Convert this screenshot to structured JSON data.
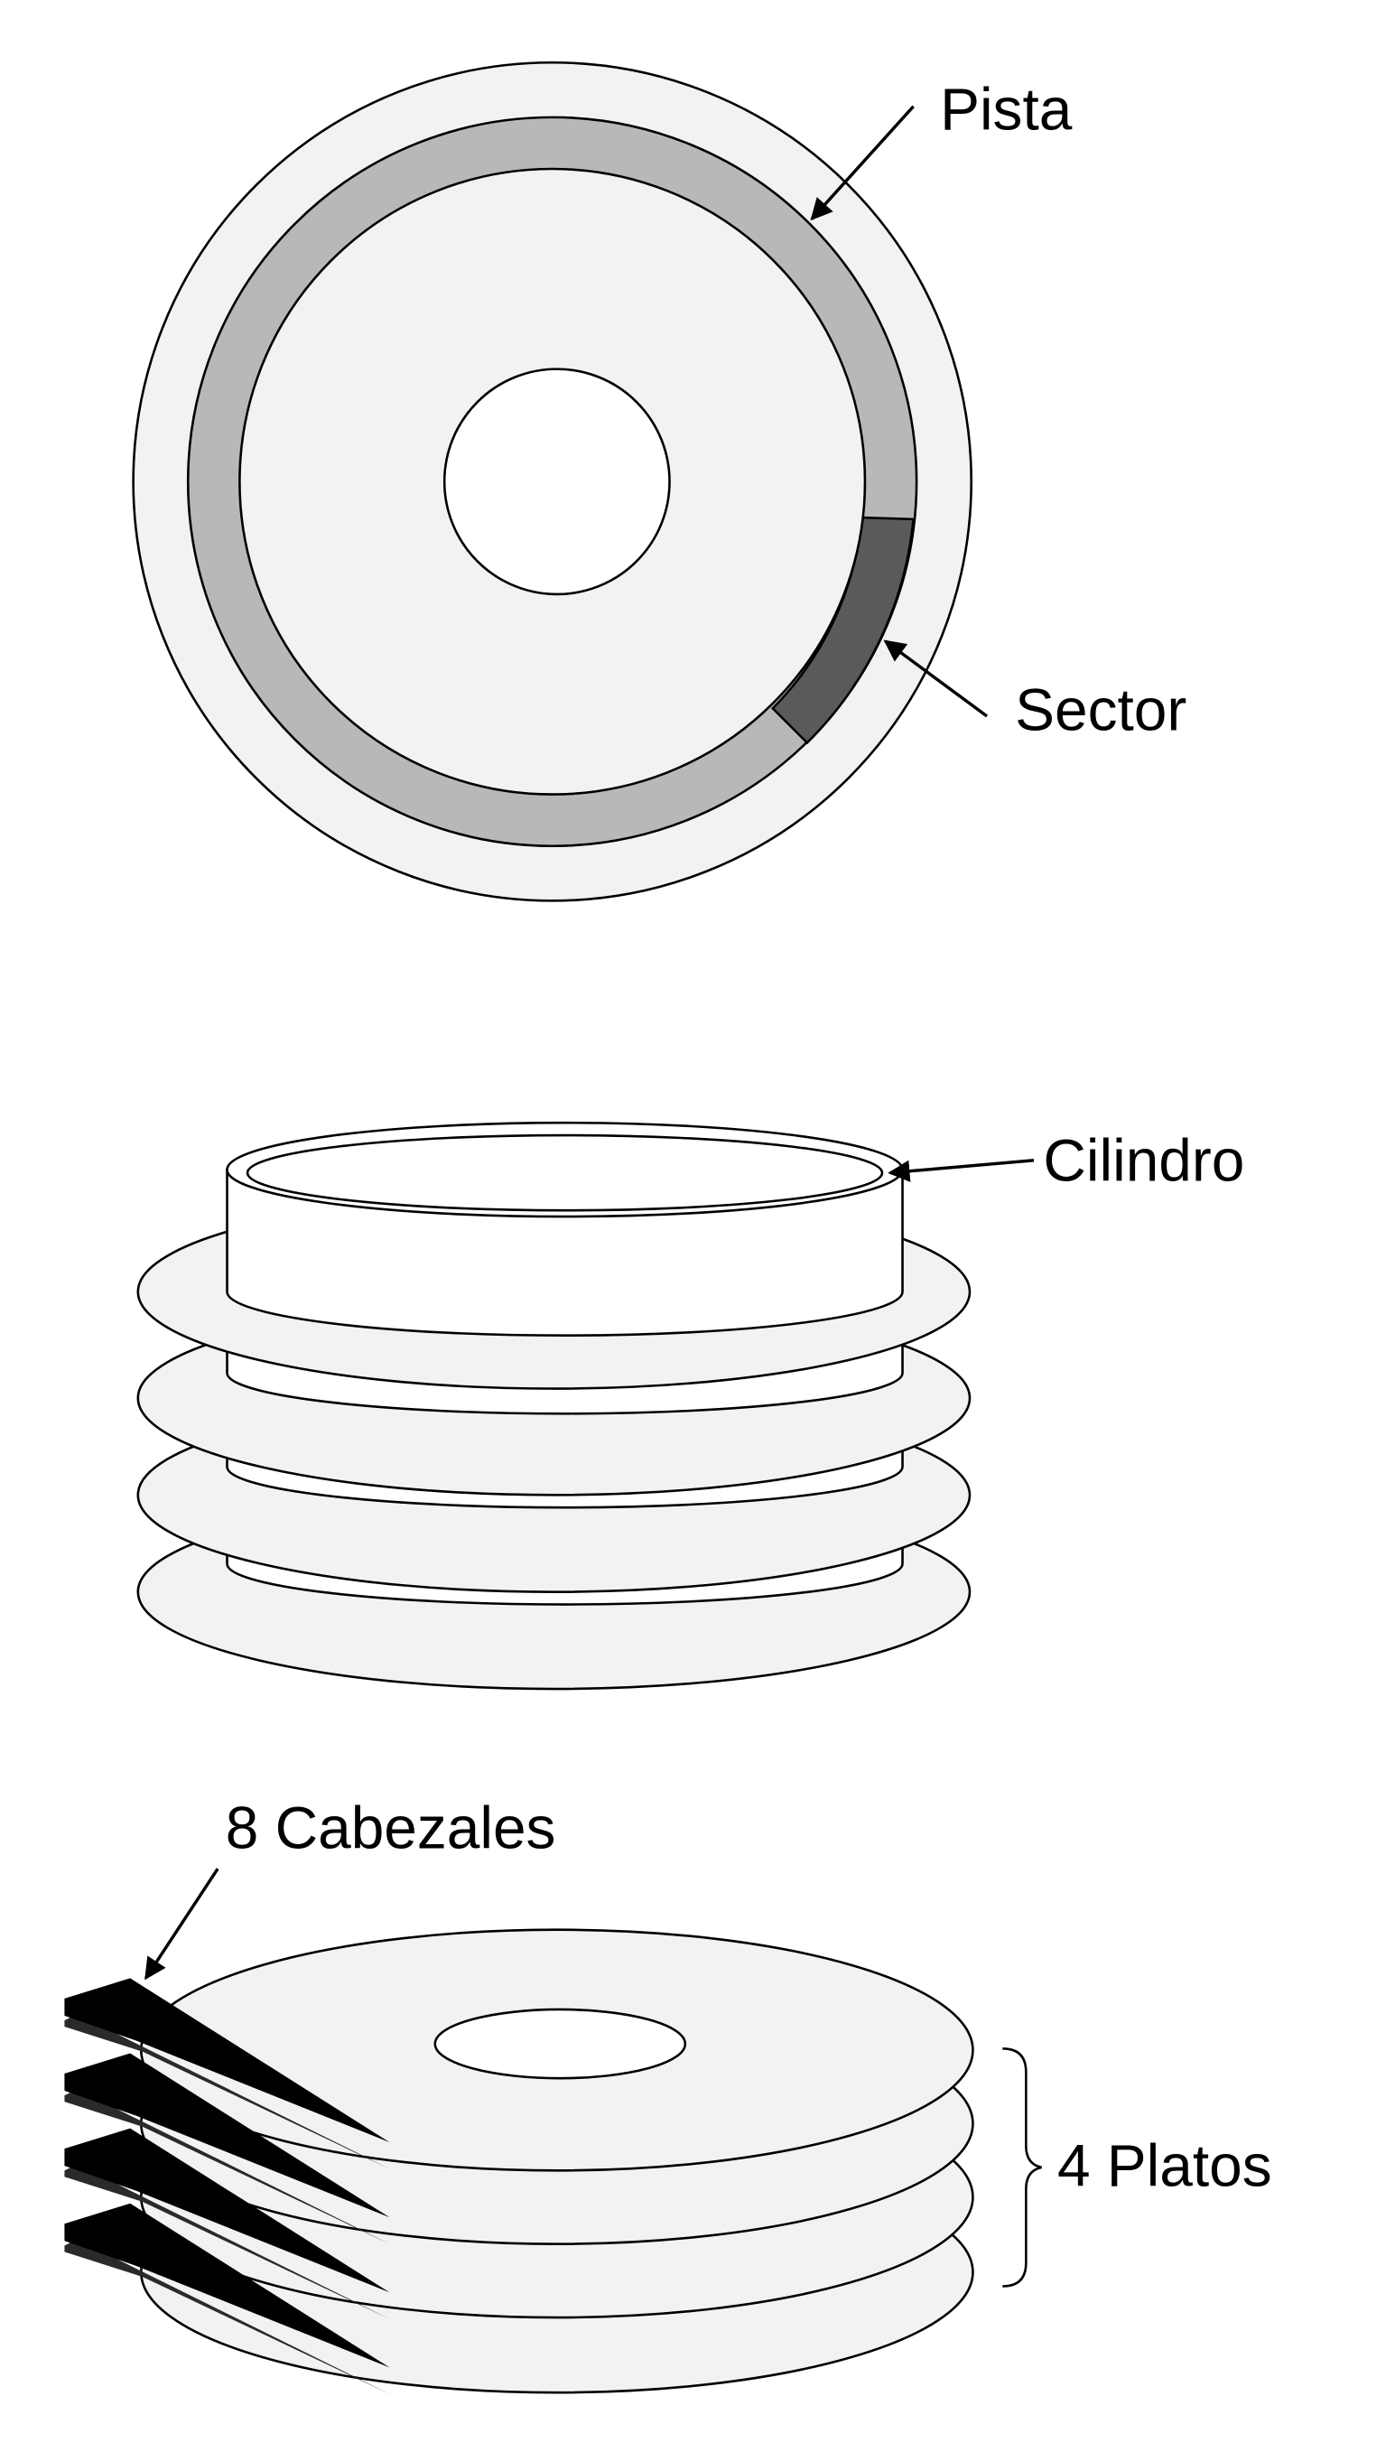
{
  "labels": {
    "track": "Pista",
    "sector": "Sector",
    "cylinder": "Cilindro",
    "heads": "8 Cabezales",
    "platters": "4 Platos"
  },
  "colors": {
    "platter_fill": "#f2f2f2",
    "track_fill": "#b8b8b8",
    "sector_fill": "#5a5a5a",
    "head_fill": "#000000",
    "head_shadow": "#2a2a2a"
  }
}
